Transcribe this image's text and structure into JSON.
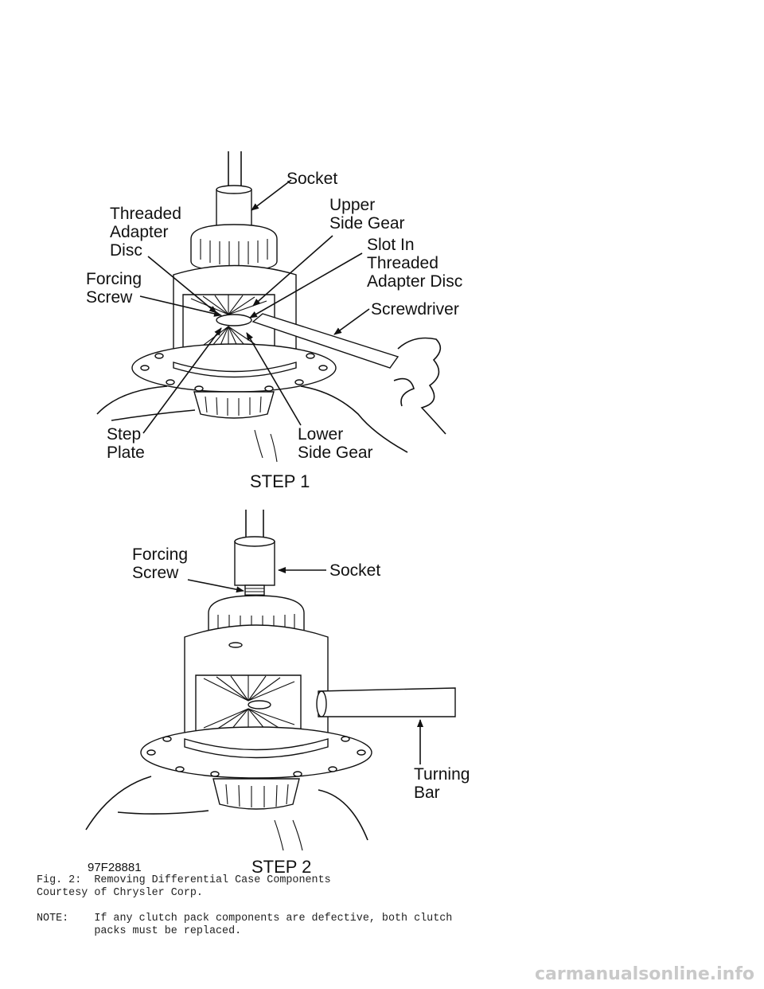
{
  "diagram": {
    "step1": {
      "title": "STEP 1",
      "labels": {
        "socket": "Socket",
        "threaded_adapter_disc": [
          "Threaded",
          "Adapter",
          "Disc"
        ],
        "upper_side_gear": [
          "Upper",
          "Side Gear"
        ],
        "slot_in_threaded_adapter_disc": [
          "Slot In",
          "Threaded",
          "Adapter Disc"
        ],
        "forcing_screw": [
          "Forcing",
          "Screw"
        ],
        "screwdriver": "Screwdriver",
        "step_plate": [
          "Step",
          "Plate"
        ],
        "lower_side_gear": [
          "Lower",
          "Side Gear"
        ]
      }
    },
    "step2": {
      "title": "STEP 2",
      "labels": {
        "forcing_screw": [
          "Forcing",
          "Screw"
        ],
        "socket": "Socket",
        "turning_bar": [
          "Turning",
          "Bar"
        ]
      }
    },
    "figure_id": "97F28881"
  },
  "caption": {
    "line1": "Fig. 2:  Removing Differential Case Components",
    "line2": "Courtesy of Chrysler Corp.",
    "line3": "",
    "line4": "NOTE:    If any clutch pack components are defective, both clutch",
    "line5": "         packs must be replaced."
  },
  "watermark": "carmanualsonline.info"
}
